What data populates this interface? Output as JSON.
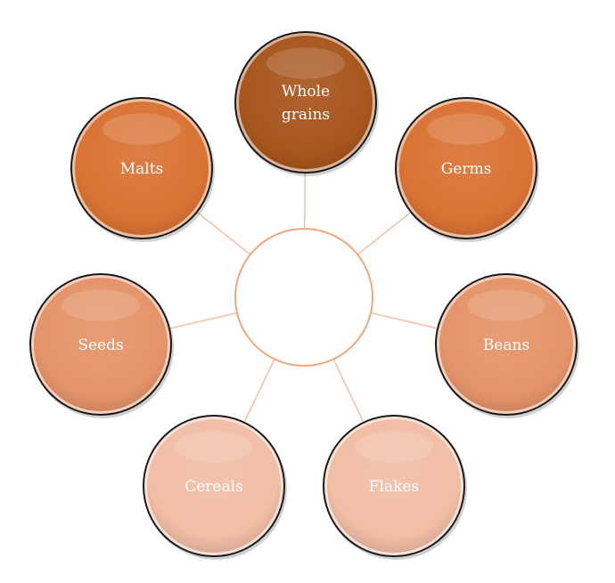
{
  "diagram": {
    "center": {
      "label": ""
    },
    "nodes": [
      {
        "id": "whole-grains",
        "lines": [
          "Whole",
          "grains"
        ],
        "color": "#A8561E"
      },
      {
        "id": "germs",
        "lines": [
          "Germs"
        ],
        "color": "#DA7335"
      },
      {
        "id": "beans",
        "lines": [
          "Beans"
        ],
        "color": "#E5946A"
      },
      {
        "id": "flakes",
        "lines": [
          "Flakes"
        ],
        "color": "#F1BEA6"
      },
      {
        "id": "cereals",
        "lines": [
          "Cereals"
        ],
        "color": "#F1BEA6"
      },
      {
        "id": "seeds",
        "lines": [
          "Seeds"
        ],
        "color": "#E5946A"
      },
      {
        "id": "malts",
        "lines": [
          "Malts"
        ],
        "color": "#DA7335"
      }
    ],
    "colors": {
      "connector": "#F4C3A8",
      "center_stroke": "#F0A77A",
      "node_outline": "#1A1A1A"
    }
  }
}
